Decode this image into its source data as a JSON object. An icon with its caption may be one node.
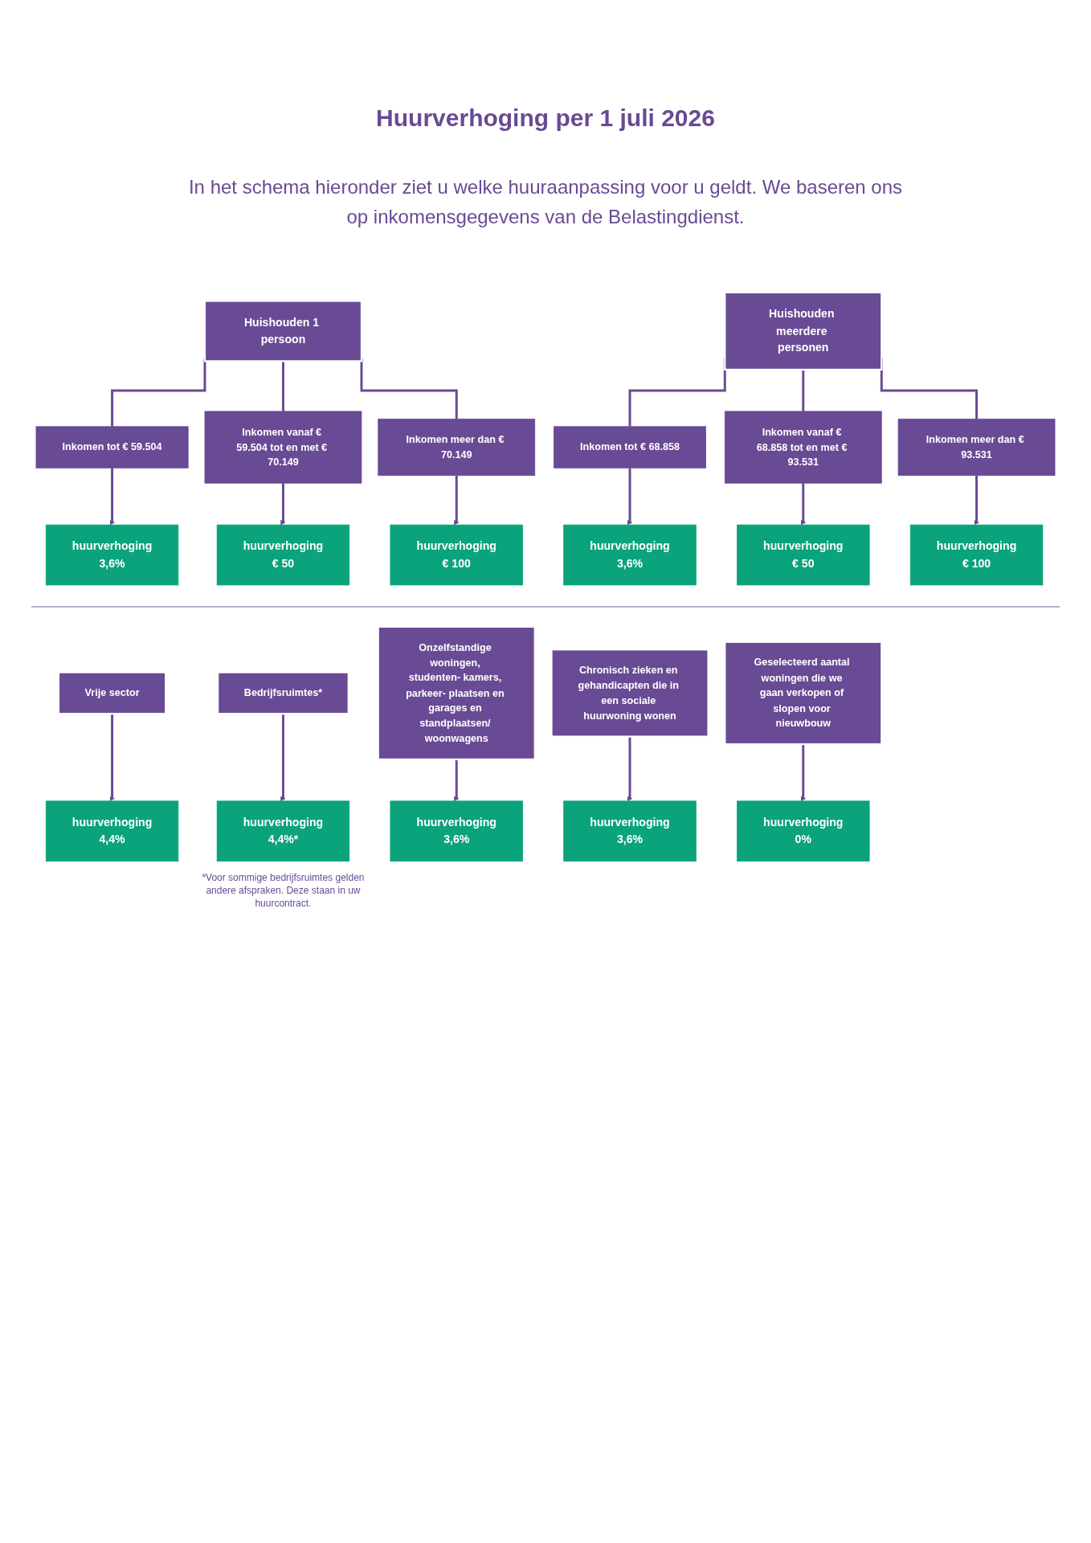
{
  "diagram": {
    "title": "Huurverhoging per 1 juli 2026",
    "nodes": [
      {
        "text": [
          "Huishouden 1 persoon"
        ]
      },
      {
        "text": [
          "Inkomen tot € 59.504"
        ]
      },
      {
        "text": [
          "Inkomen vanaf € 59.504 tot en met € 70.149"
        ]
      },
      {
        "text": [
          "Inkomen meer dan € 70.149"
        ]
      },
      {
        "text": [
          "huurverhoging",
          "3,6%"
        ]
      },
      {
        "text": [
          "huurverhoging",
          "€ 50"
        ]
      },
      {
        "text": [
          "huurverhoging",
          "€ 100"
        ]
      },
      {
        "text": [
          "Huishouden meerdere personen"
        ]
      },
      {
        "text": [
          "Inkomen tot € 68.858"
        ]
      },
      {
        "text": [
          "Inkomen vanaf € 68.858 tot en met € 93.531"
        ]
      },
      {
        "text": [
          "Inkomen meer dan € 93.531"
        ]
      },
      {
        "text": [
          "huurverhoging",
          "3,6%"
        ]
      },
      {
        "text": [
          "huurverhoging",
          "€ 50"
        ]
      },
      {
        "text": [
          "huurverhoging",
          "€ 100"
        ]
      },
      {
        "text": [
          "Vrije sector"
        ]
      },
      {
        "text": [
          "huurverhoging",
          "4,4%"
        ]
      },
      {
        "text": [
          "Bedrijfsruimtes*"
        ]
      },
      {
        "text": [
          "huurverhoging",
          "4,4%*"
        ]
      },
      {
        "text": [
          "Onzelfstandige woningen, studenten- kamers, parkeer- plaatsen en garages en standplaatsen/ woonwagens"
        ]
      },
      {
        "text": [
          "huurverhoging",
          "3,6%"
        ]
      },
      {
        "text": [
          "Chronisch zieken en gehandicapten die in een sociale huurwoning wonen"
        ]
      },
      {
        "text": [
          "huurverhoging",
          "3,6%"
        ]
      },
      {
        "text": [
          "Geselecteerd aantal woningen die we gaan verkopen of slopen voor nieuwbouw"
        ]
      },
      {
        "text": [
          "huurverhoging",
          "0%"
        ]
      }
    ],
    "edges": [
      {
        "from": 0,
        "to": 1,
        "arrow": "none"
      },
      {
        "from": 0,
        "to": 2,
        "arrow": "none"
      },
      {
        "from": 0,
        "to": 3,
        "arrow": "none"
      },
      {
        "from": 1,
        "to": 4,
        "arrow": "to"
      },
      {
        "from": 2,
        "to": 5,
        "arrow": "to"
      },
      {
        "from": 3,
        "to": 6,
        "arrow": "to"
      },
      {
        "from": 7,
        "to": 8,
        "arrow": "none"
      },
      {
        "from": 7,
        "to": 9,
        "arrow": "none"
      },
      {
        "from": 7,
        "to": 10,
        "arrow": "none"
      },
      {
        "from": 8,
        "to": 11,
        "arrow": "to"
      },
      {
        "from": 9,
        "to": 12,
        "arrow": "to"
      },
      {
        "from": 10,
        "to": 13,
        "arrow": "to"
      },
      {
        "from": 14,
        "to": 15,
        "arrow": "to"
      },
      {
        "from": 16,
        "to": 17,
        "arrow": "to"
      },
      {
        "from": 18,
        "to": 19,
        "arrow": "to"
      },
      {
        "from": 20,
        "to": 21,
        "arrow": "to"
      },
      {
        "from": 22,
        "to": 23,
        "arrow": "to"
      }
    ],
    "labels": [
      "In het schema hieronder ziet u welke huuraanpassing voor u geldt. We baseren ons op inkomensgegevens van de Belastingdienst.",
      "*Voor sommige bedrijfsruimtes gelden andere afspraken. Deze staan in uw huurcontract."
    ]
  }
}
